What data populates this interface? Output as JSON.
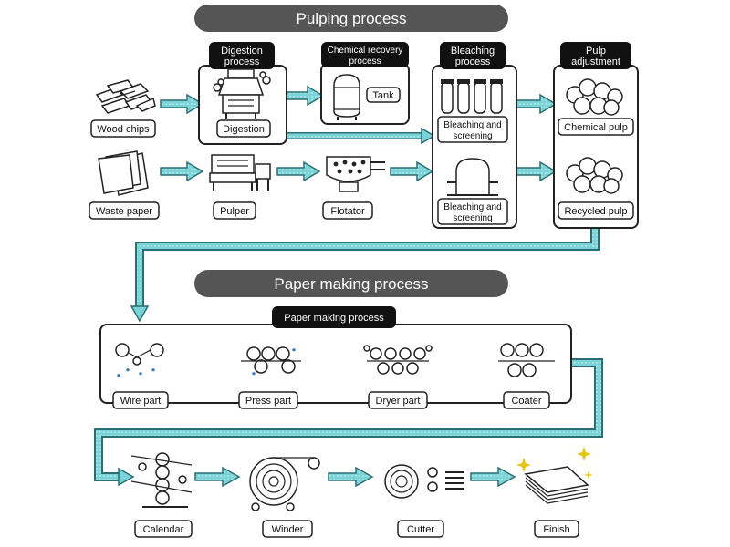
{
  "sections": {
    "pulping_title": "Pulping process",
    "paper_title": "Paper making process"
  },
  "groups": {
    "digestion": [
      "Digestion",
      "process"
    ],
    "chemical_recovery": [
      "Chemical recovery",
      "process"
    ],
    "bleaching": [
      "Bleaching",
      "process"
    ],
    "pulp_adjustment": [
      "Pulp",
      "adjustment"
    ],
    "paper_making": "Paper making process"
  },
  "labels": {
    "wood_chips": "Wood chips",
    "digestion": "Digestion",
    "tank": "Tank",
    "bleaching_screening_1": [
      "Bleaching and",
      "screening"
    ],
    "chemical_pulp": "Chemical pulp",
    "waste_paper": "Waste paper",
    "pulper": "Pulper",
    "flotator": "Flotator",
    "bleaching_screening_2": [
      "Bleaching and",
      "screening"
    ],
    "recycled_pulp": "Recycled pulp",
    "wire_part": "Wire part",
    "press_part": "Press part",
    "dryer_part": "Dryer part",
    "coater": "Coater",
    "calendar": "Calendar",
    "winder": "Winder",
    "cutter": "Cutter",
    "finish": "Finish"
  },
  "colors": {
    "arrow_fill": "#7ad3d6",
    "arrow_stroke": "#2a6f73",
    "title_bg": "#555555",
    "tab_bg": "#111111",
    "box_stroke": "#222222"
  }
}
